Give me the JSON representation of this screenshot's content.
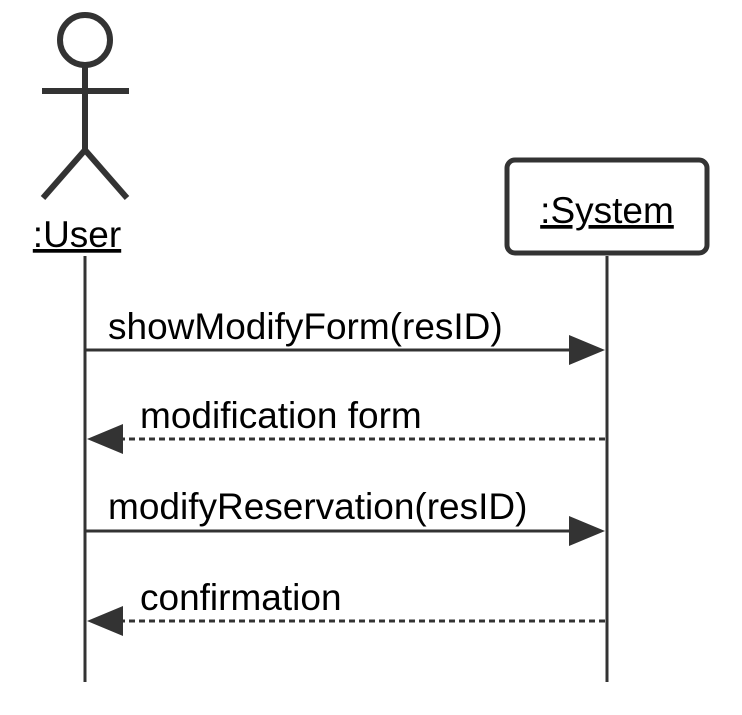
{
  "diagram": {
    "type": "sequence",
    "participants": {
      "user": {
        "label": ":User",
        "kind": "actor"
      },
      "system": {
        "label": ":System",
        "kind": "object"
      }
    },
    "messages": [
      {
        "label": "showModifyForm(resID)",
        "from": "user",
        "to": "system",
        "style": "sync"
      },
      {
        "label": "modification form",
        "from": "system",
        "to": "user",
        "style": "return"
      },
      {
        "label": "modifyReservation(resID)",
        "from": "user",
        "to": "system",
        "style": "sync"
      },
      {
        "label": "confirmation",
        "from": "system",
        "to": "user",
        "style": "return"
      }
    ],
    "colors": {
      "line": "#333333",
      "text": "#000000",
      "background": "#ffffff"
    }
  }
}
